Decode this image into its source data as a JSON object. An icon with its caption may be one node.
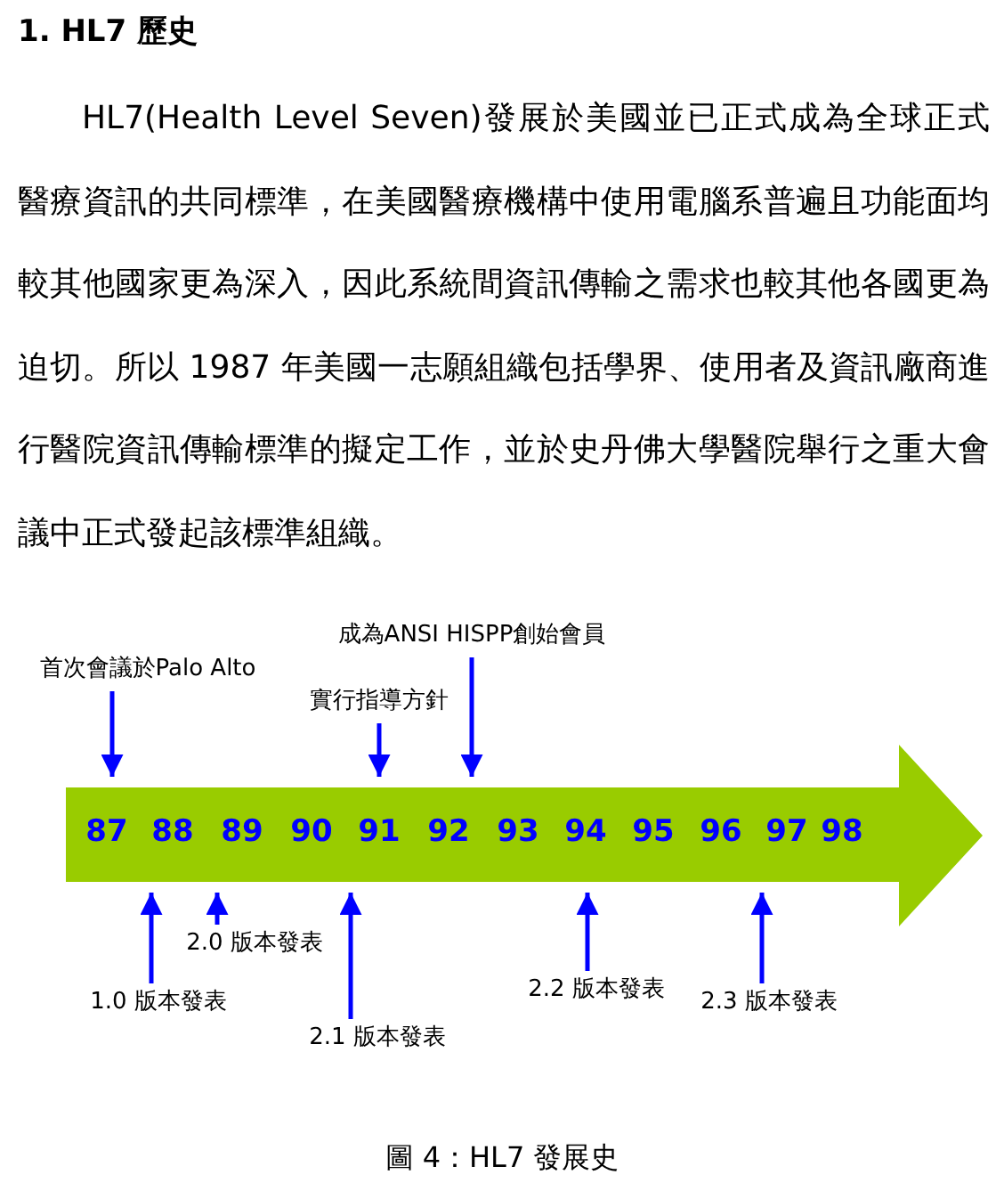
{
  "diagram": {
    "title": "1. HL7 歷史",
    "caption": "圖 4：HL7 發展史",
    "nodes": [
      {
        "text": [
          "首次會議於Palo Alto"
        ]
      },
      {
        "text": [
          "成為ANSI HISPP創始會員"
        ]
      },
      {
        "text": [
          "實行指導方針"
        ]
      },
      {
        "text": [
          "87",
          "88",
          "89",
          "90",
          "91",
          "92",
          "93",
          "94",
          "95",
          "96",
          "97",
          "98"
        ]
      },
      {
        "text": [
          "2.0 版本發表"
        ]
      },
      {
        "text": [
          "1.0 版本發表"
        ]
      },
      {
        "text": [
          "2.2 版本發表"
        ]
      },
      {
        "text": [
          "2.3 版本發表"
        ]
      },
      {
        "text": [
          "2.1 版本發表"
        ]
      }
    ],
    "edges": [
      {
        "from": 0,
        "to": 3,
        "arrow": "to"
      },
      {
        "from": 1,
        "to": 3,
        "arrow": "to"
      },
      {
        "from": 2,
        "to": 3,
        "arrow": "to"
      },
      {
        "from": 4,
        "to": 3,
        "arrow": "to"
      },
      {
        "from": 5,
        "to": 3,
        "arrow": "to"
      },
      {
        "from": 6,
        "to": 3,
        "arrow": "to"
      },
      {
        "from": 7,
        "to": 3,
        "arrow": "to"
      },
      {
        "from": 8,
        "to": 3,
        "arrow": "to"
      }
    ],
    "labels": [
      "HL7(Health Level Seven)發展於美國並已正式成為全球正式醫療資訊的共同標準，在美國醫療機構中使用電腦系普遍且功能面均較其他國家更為深入，因此系統間資訊傳輸之需求也較其他各國更為迫切。所以 1987 年美國一志願組織包括學界、使用者及資訊廠商進行醫院資訊傳輸標準的擬定工作，並於史丹佛大學醫院舉行之重大會議中正式發起該標準組織。"
    ]
  }
}
